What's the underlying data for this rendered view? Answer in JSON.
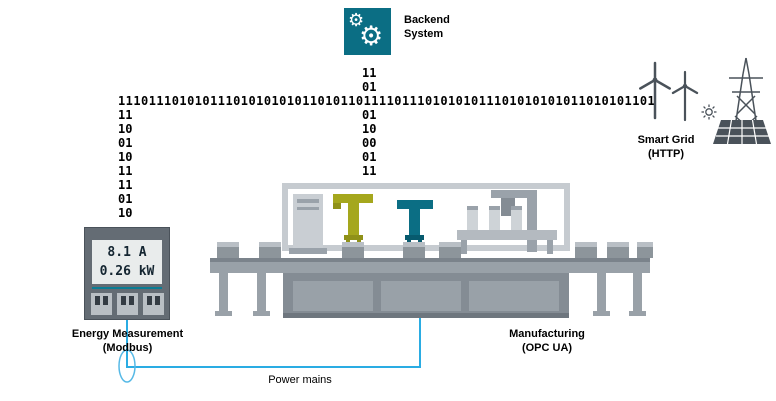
{
  "backend": {
    "label": "Backend\nSystem"
  },
  "smart_grid": {
    "label": "Smart Grid\n(HTTP)"
  },
  "energy_meter": {
    "label": "Energy Measurement\n(Modbus)",
    "display": {
      "current": "8.1 A",
      "power": "0.26 kW"
    }
  },
  "manufacturing": {
    "label": "Manufacturing\n(OPC UA)"
  },
  "power_mains": {
    "label": "Power mains"
  },
  "binary": {
    "from_backend": [
      "11",
      "01"
    ],
    "bus": "1110111010101110101010101101011011110111010101011101010101011010101101",
    "left_column": [
      "11",
      "10",
      "01",
      "10",
      "11",
      "11",
      "01",
      "10"
    ],
    "center_column": [
      "01",
      "10",
      "00",
      "01",
      "11"
    ]
  },
  "colors": {
    "teal": "#0b6e84",
    "olive": "#a5a71d",
    "wire_blue": "#2aace3",
    "machine_gray": "#8d959b",
    "dark_gray": "#4a525a"
  }
}
